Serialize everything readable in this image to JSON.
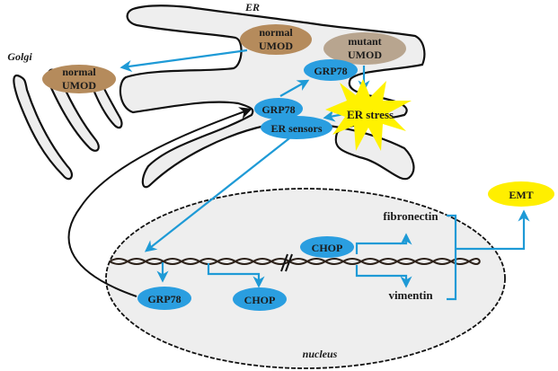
{
  "colors": {
    "blue_node": "#2a9ee0",
    "blue_arrow": "#1e9ad6",
    "normal_umod": "#b58b5c",
    "mutant_umod": "#b8a58f",
    "stress": "#fff200",
    "emt": "#ffef00",
    "organelle_fill": "#eeeeee",
    "outline": "#111111"
  },
  "labels": {
    "er": "ER",
    "golgi": "Golgi",
    "nucleus": "nucleus"
  },
  "nodes": {
    "normal_umod_er": {
      "line1": "normal",
      "line2": "UMOD",
      "kind": "normal-umod"
    },
    "normal_umod_golgi": {
      "line1": "normal",
      "line2": "UMOD",
      "kind": "normal-umod"
    },
    "mutant_umod": {
      "line1": "mutant",
      "line2": "UMOD",
      "kind": "mutant-umod"
    },
    "grp78_er_upper": {
      "label": "GRP78",
      "kind": "protein"
    },
    "grp78_er_bound": {
      "label": "GRP78",
      "kind": "protein"
    },
    "er_sensors": {
      "label": "ER sensors",
      "kind": "protein"
    },
    "er_stress": {
      "label": "ER stress",
      "kind": "stress-burst"
    },
    "chop_upper": {
      "label": "CHOP",
      "kind": "protein"
    },
    "grp78_nucleus": {
      "label": "GRP78",
      "kind": "protein"
    },
    "chop_lower": {
      "label": "CHOP",
      "kind": "protein"
    },
    "fibronectin": {
      "label": "fibronectin",
      "kind": "gene"
    },
    "vimentin": {
      "label": "vimentin",
      "kind": "gene"
    },
    "emt": {
      "label": "EMT",
      "kind": "outcome"
    }
  },
  "edges": [
    {
      "from": "normal_umod_er",
      "to": "normal_umod_golgi",
      "style": "blue-arrow"
    },
    {
      "from": "mutant_umod",
      "to": "er_stress",
      "style": "blue-arrow"
    },
    {
      "from": "er_stress",
      "to": "er_sensors",
      "style": "blue-arrow"
    },
    {
      "from": "grp78_er_bound",
      "to": "grp78_er_upper",
      "style": "blue-arrow"
    },
    {
      "from": "er_sensors",
      "to": "nucleus_dna",
      "style": "blue-arrow"
    },
    {
      "from": "nucleus_dna",
      "to": "grp78_nucleus",
      "style": "blue-arrow"
    },
    {
      "from": "nucleus_dna",
      "to": "chop_lower",
      "style": "blue-arrow"
    },
    {
      "from": "chop_upper",
      "to": "fibronectin",
      "style": "blue-arrow"
    },
    {
      "from": "chop_upper",
      "to": "vimentin",
      "style": "blue-arrow"
    },
    {
      "from": "fibronectin+vimentin",
      "to": "emt",
      "style": "blue-arrow"
    },
    {
      "from": "grp78_nucleus",
      "to": "grp78_er_bound",
      "style": "black-arrow"
    }
  ]
}
